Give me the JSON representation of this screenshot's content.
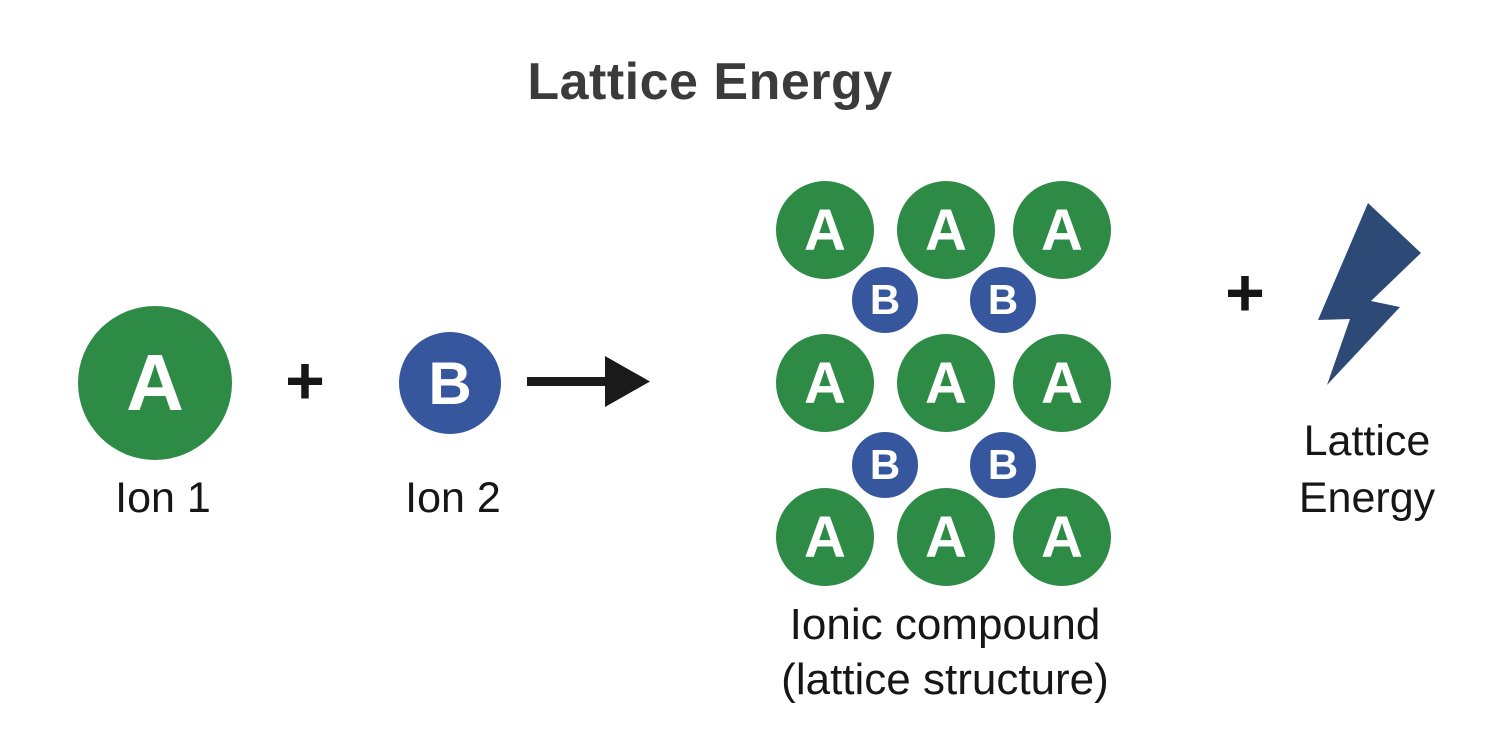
{
  "title": "Lattice Energy",
  "colors": {
    "green": "#2e8b46",
    "blue": "#36579e",
    "navy": "#2d4a76",
    "titlegray": "#3b3b3b",
    "ink": "#161616"
  },
  "reactants": {
    "plus_sign": "+",
    "ion1": {
      "symbol": "A",
      "label": "Ion 1"
    },
    "ion2": {
      "symbol": "B",
      "label": "Ion 2"
    }
  },
  "arrow": {
    "icon": "right-arrow"
  },
  "lattice": {
    "a_symbol": "A",
    "b_symbol": "B",
    "a_count": 9,
    "b_count": 4,
    "caption_line1": "Ionic compound",
    "caption_line2": "(lattice structure)"
  },
  "energy": {
    "plus_sign": "+",
    "icon": "lightning-bolt",
    "label_line1": "Lattice",
    "label_line2": "Energy"
  }
}
